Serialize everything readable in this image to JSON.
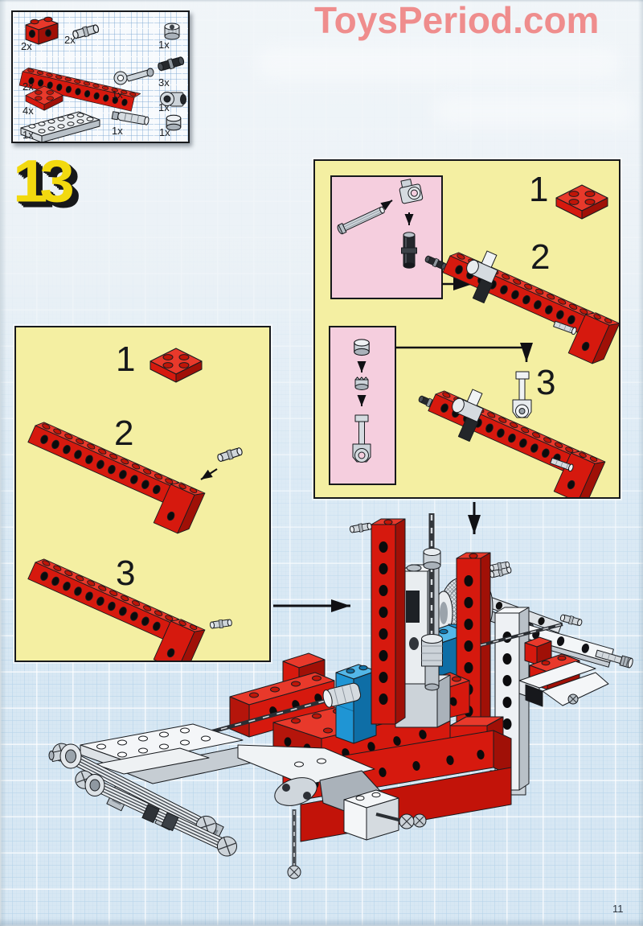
{
  "watermark": {
    "text": "ToysPeriod.com",
    "color": "#ef8d8d"
  },
  "step_number": "13",
  "page_number": "11",
  "colors": {
    "brick_red": "#d6190e",
    "panel_yellow": "#f4efa2",
    "inset_pink": "#f5cede",
    "technic_blue": "#1f95d4",
    "background_blue": "#d7e7f3",
    "watermark_pink": "#ef8d8d",
    "step_yellow": "#f2d90f"
  },
  "parts_box": {
    "items": [
      {
        "qty": "2x",
        "part": "red-1x2-technic-brick"
      },
      {
        "qty": "2x",
        "part": "gray-connector-peg"
      },
      {
        "qty": "2x",
        "part": "red-1x12-technic-brick"
      },
      {
        "qty": "4x",
        "part": "red-2x2-plate"
      },
      {
        "qty": "1x",
        "part": "gray-2x6-plate"
      },
      {
        "qty": "1x",
        "part": "gray-engine-crank-arm"
      },
      {
        "qty": "1x",
        "part": "gray-cylinder-axle"
      },
      {
        "qty": "1x",
        "part": "gray-piston-bush"
      },
      {
        "qty": "3x",
        "part": "black-connector-peg"
      },
      {
        "qty": "1x",
        "part": "gray-perpendicular-axle-joiner"
      },
      {
        "qty": "1x",
        "part": "gray-bush"
      }
    ]
  },
  "left_panel": {
    "steps": [
      "1",
      "2",
      "3"
    ]
  },
  "right_panel": {
    "steps": [
      "1",
      "2",
      "3"
    ]
  }
}
